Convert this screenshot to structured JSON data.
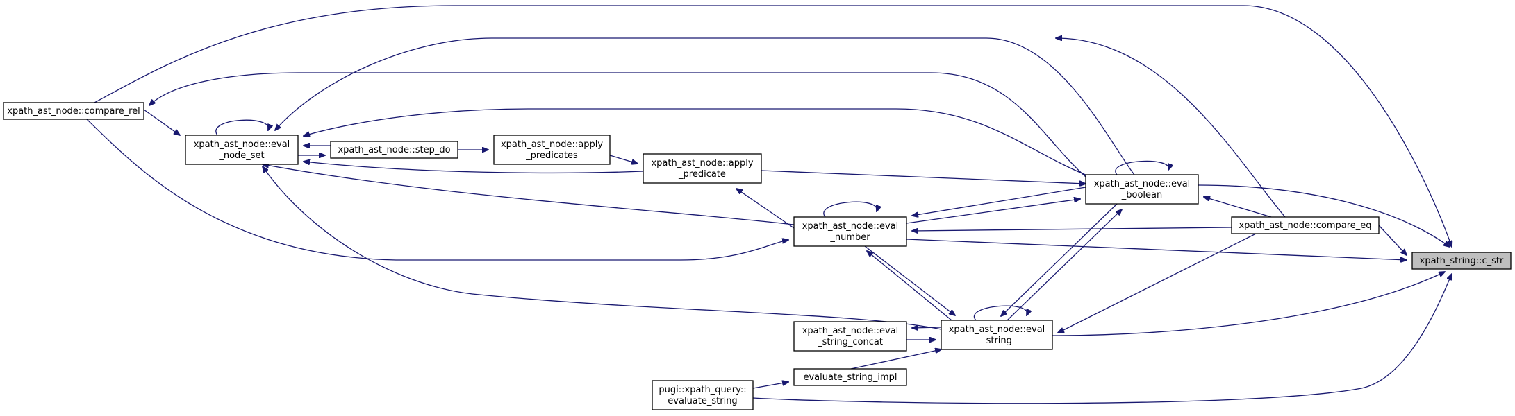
{
  "diagram": {
    "colors": {
      "edge": "#191970",
      "node_fill": "#ffffff",
      "node_border": "#000000",
      "highlight_fill": "#bfbfbf"
    },
    "nodes": [
      {
        "id": "c_str",
        "lines": [
          "xpath_string::c_str"
        ],
        "highlight": true
      },
      {
        "id": "compare_rel",
        "lines": [
          "xpath_ast_node::compare_rel"
        ]
      },
      {
        "id": "eval_node_set",
        "lines": [
          "xpath_ast_node::eval",
          "_node_set"
        ]
      },
      {
        "id": "step_do",
        "lines": [
          "xpath_ast_node::step_do"
        ]
      },
      {
        "id": "apply_predicates",
        "lines": [
          "xpath_ast_node::apply",
          "_predicates"
        ]
      },
      {
        "id": "apply_predicate",
        "lines": [
          "xpath_ast_node::apply",
          "_predicate"
        ]
      },
      {
        "id": "eval_boolean",
        "lines": [
          "xpath_ast_node::eval",
          "_boolean"
        ]
      },
      {
        "id": "compare_eq",
        "lines": [
          "xpath_ast_node::compare_eq"
        ]
      },
      {
        "id": "eval_number",
        "lines": [
          "xpath_ast_node::eval",
          "_number"
        ]
      },
      {
        "id": "eval_string",
        "lines": [
          "xpath_ast_node::eval",
          "_string"
        ]
      },
      {
        "id": "eval_string_concat",
        "lines": [
          "xpath_ast_node::eval",
          "_string_concat"
        ]
      },
      {
        "id": "evaluate_string_impl",
        "lines": [
          "evaluate_string_impl"
        ]
      },
      {
        "id": "evaluate_string",
        "lines": [
          "pugi::xpath_query::",
          "evaluate_string"
        ]
      }
    ]
  }
}
